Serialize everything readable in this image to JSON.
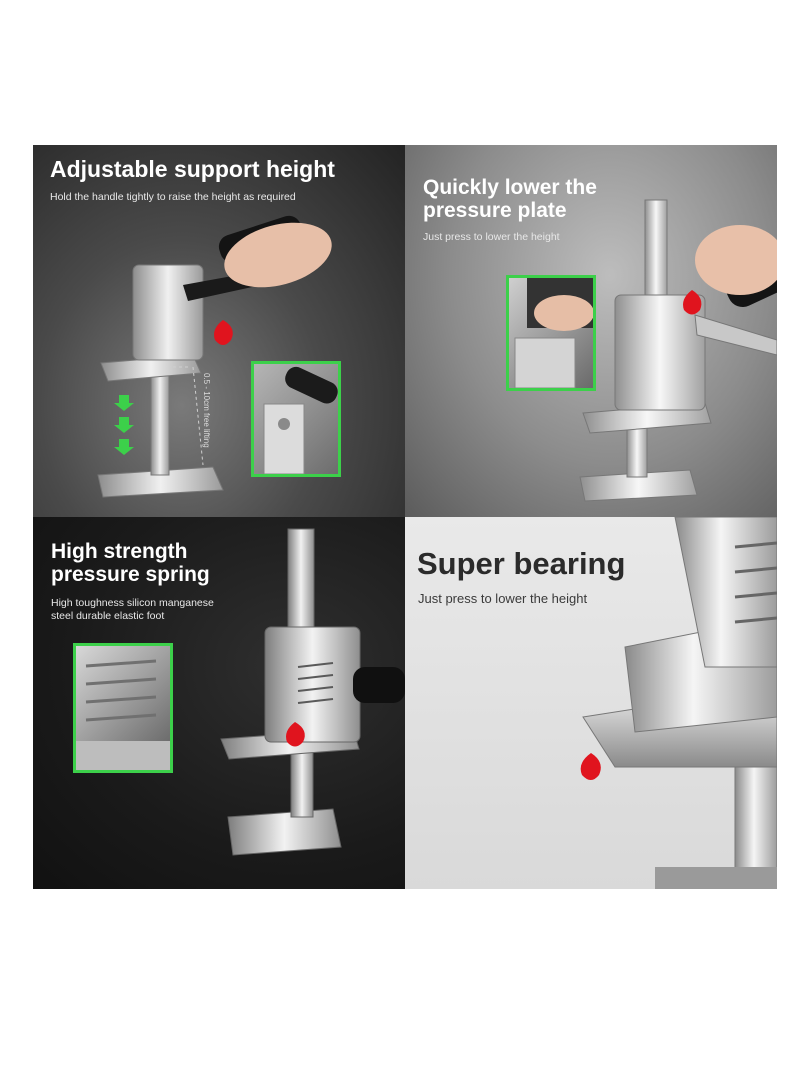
{
  "panels": [
    {
      "id": "adjustable",
      "title": "Adjustable support height",
      "subtitle": "Hold the handle tightly to raise the height as required",
      "lift_label": "0.5 - 10cm free lifting"
    },
    {
      "id": "lower",
      "title_line1": "Quickly lower the",
      "title_line2": "pressure plate",
      "subtitle": "Just press to lower the height"
    },
    {
      "id": "spring",
      "title_line1": "High strength",
      "title_line2": "pressure spring",
      "subtitle_line1": "High toughness silicon manganese",
      "subtitle_line2": "steel durable elastic foot"
    },
    {
      "id": "bearing",
      "title": "Super bearing",
      "subtitle": "Just press to lower the height"
    }
  ],
  "colors": {
    "inset_border": "#3cd04a",
    "arrow": "#3cd04a",
    "drop": "#e0141e",
    "steel": "#c9c9c9"
  }
}
